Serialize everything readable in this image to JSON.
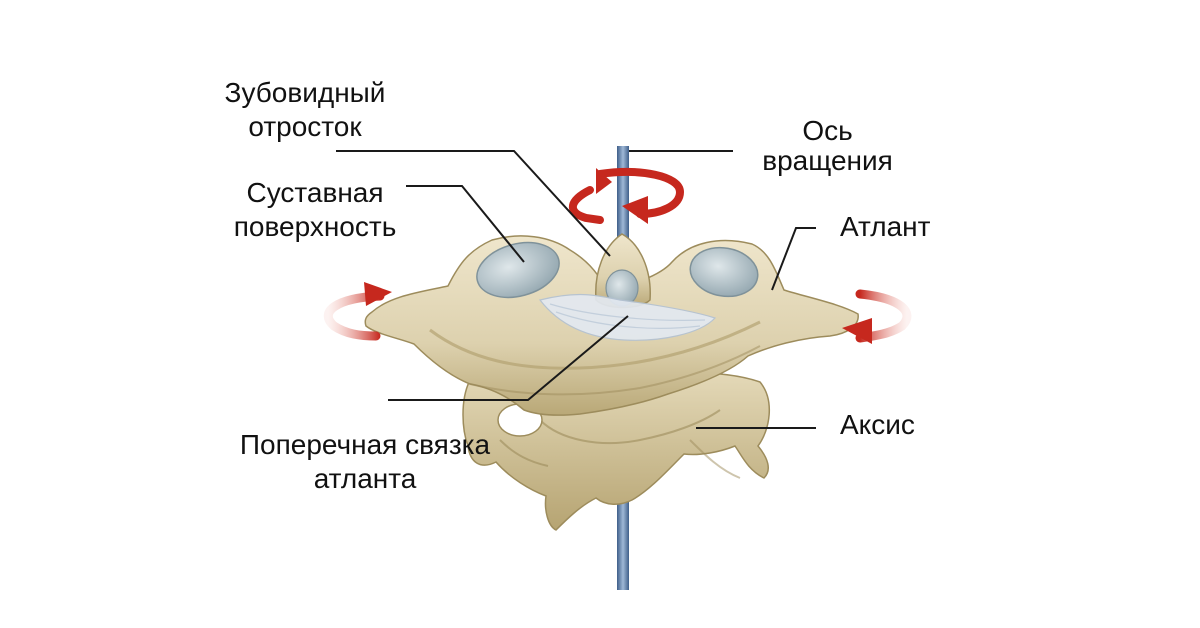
{
  "labels": {
    "odontoid": {
      "line1": "Зубовидный",
      "line2": "отросток"
    },
    "axis_of_rotation": {
      "line1": "Ось",
      "line2": "вращения"
    },
    "articular_surface": {
      "line1": "Суставная",
      "line2": "поверхность"
    },
    "atlas": "Атлант",
    "axis": "Аксис",
    "transverse_ligament": {
      "line1": "Поперечная связка",
      "line2": "атланта"
    }
  },
  "colors": {
    "bone": "#e6dcc0",
    "bone_shade": "#c9b98f",
    "bone_dark": "#a89868",
    "cartilage": "#b8c6cc",
    "ligament": "#dfe6ee",
    "rod": "#6a89b0",
    "arrow": "#c6281e",
    "leader": "#1a1a1a"
  }
}
